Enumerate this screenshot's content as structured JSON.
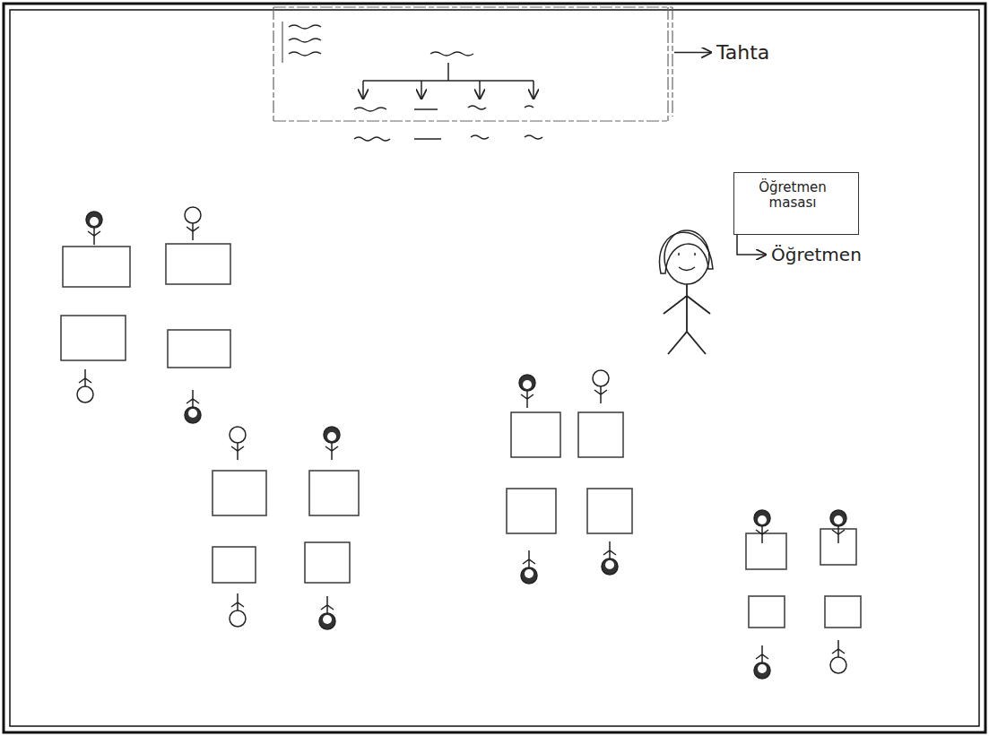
{
  "diagram": {
    "nodes": [
      {
        "text": [
          "Öğretmen masası"
        ]
      }
    ],
    "labels": [
      "Tahta",
      "Öğretmen"
    ]
  }
}
